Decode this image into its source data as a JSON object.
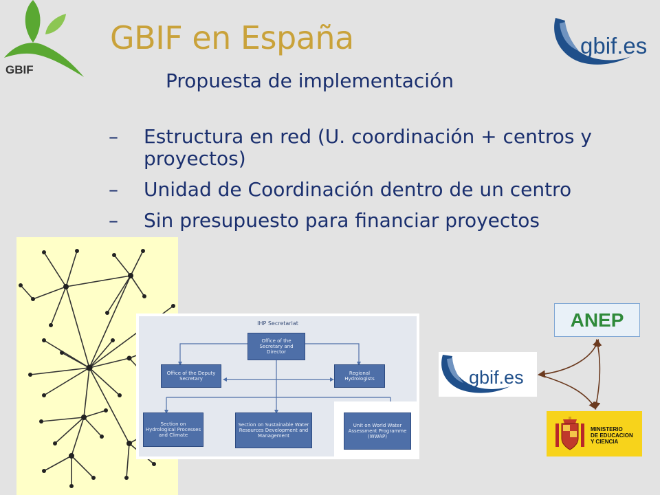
{
  "slide": {
    "title": "GBIF en España",
    "subtitle": "Propuesta de implementación",
    "bullet_marker": "–",
    "bullets": [
      "Estructura en red (U. coordinación + centros y proyectos)",
      "Unidad de Coordinación dentro de un centro",
      "Sin presupuesto para financiar proyectos"
    ]
  },
  "logos": {
    "gbif_text": "GBIF",
    "gbif_es_text": "gbif",
    "gbif_es_suffix": ".es",
    "anep_label": "ANEP",
    "mec_text_1": "MINISTERIO",
    "mec_text_2": "DE EDUCACION",
    "mec_text_3": "Y CIENCIA"
  },
  "org_chart": {
    "title": "IHP Secretariat",
    "boxes": {
      "director": "Office of the Secretary and Director",
      "deputy": "Office of the Deputy Secretary",
      "regional": "Regional Hydrologists",
      "hydrological": "Section on Hydrological Processes and Climate",
      "sustainable": "Section on Sustainable Water Resources Development and Management",
      "wwap": "Unit on World Water Assessment Programme (WWAP)"
    }
  },
  "colors": {
    "title": "#c9a23a",
    "text": "#1a2f6e",
    "gbif_green": "#5aa832",
    "gbif_es_blue": "#1f4f8a",
    "anep_green": "#2f8a3a",
    "arrow_brown": "#6b3a1f",
    "network_bg": "#ffffc8",
    "mec_yellow": "#f7d31b"
  }
}
